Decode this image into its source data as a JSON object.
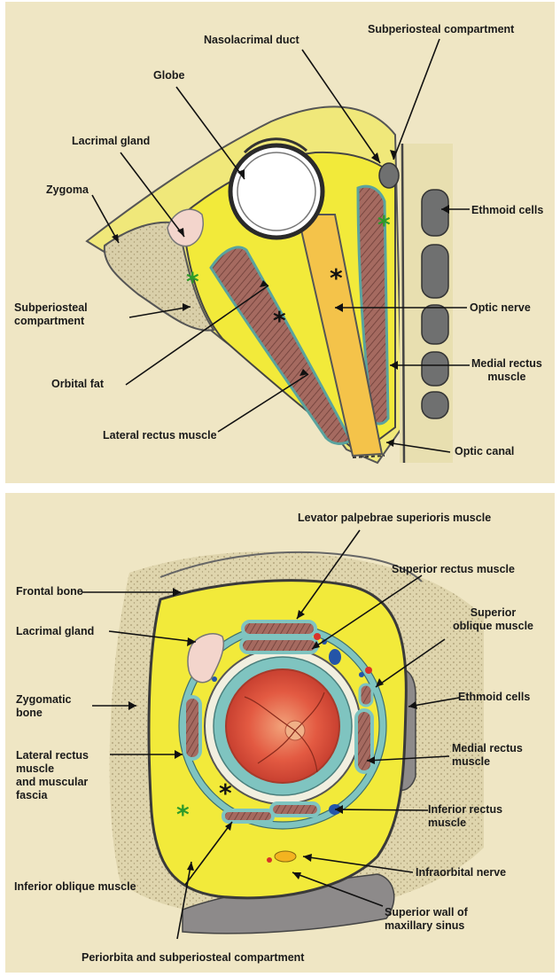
{
  "top": {
    "labels": {
      "nasolacrimal_duct": "Nasolacrimal duct",
      "subperiosteal_compartment_top": "Subperiosteal compartment",
      "globe": "Globe",
      "lacrimal_gland": "Lacrimal gland",
      "zygoma": "Zygoma",
      "ethmoid_cells": "Ethmoid cells",
      "subperiosteal_compartment_left": "Subperiosteal\ncompartment",
      "optic_nerve": "Optic nerve",
      "orbital_fat": "Orbital fat",
      "medial_rectus_muscle": "Medial rectus\nmuscle",
      "lateral_rectus_muscle": "Lateral rectus muscle",
      "optic_canal": "Optic canal"
    },
    "asterisk": "*"
  },
  "bottom": {
    "labels": {
      "levator": "Levator palpebrae superioris muscle",
      "superior_rectus": "Superior rectus muscle",
      "frontal_bone": "Frontal bone",
      "superior_oblique": "Superior\noblique muscle",
      "lacrimal_gland": "Lacrimal gland",
      "zygomatic_bone": "Zygomatic\nbone",
      "ethmoid_cells": "Ethmoid cells",
      "medial_rectus": "Medial rectus\nmuscle",
      "lateral_rectus": "Lateral rectus\nmuscle\nand muscular\nfascia",
      "inferior_rectus": "Inferior rectus\nmuscle",
      "infraorbital_nerve": "Infraorbital nerve",
      "inferior_oblique": "Inferior oblique muscle",
      "superior_wall": "Superior wall of\nmaxillary sinus",
      "periorbita": "Periorbita and subperiosteal compartment"
    },
    "asterisk": "*"
  },
  "colors": {
    "background": "#efe6c4",
    "fat": "#f2ea3a",
    "muscle": "#a0635c",
    "fascia": "#7fc4c0",
    "globe_retina": "#e04e3c",
    "green_asterisk": "#2e9a2a",
    "black_asterisk": "#111111"
  }
}
